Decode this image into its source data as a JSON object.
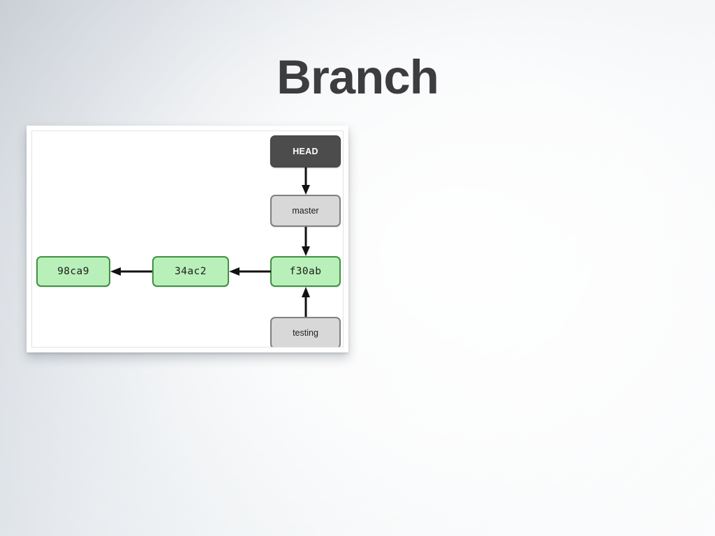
{
  "slide": {
    "title": "Branch",
    "background_start_color": "#c7cdd4",
    "background_end_color": "#fafbfc",
    "title_color": "#3d3d3f"
  },
  "diagram": {
    "card_background": "#ffffff",
    "surface_background": "#ffffff",
    "commit_fill": "#b9f0b9",
    "commit_border": "#3f9142",
    "ref_fill": "#d8d8d8",
    "ref_border": "#808080",
    "head_fill": "#4c4c4c",
    "head_text_color": "#ffffff",
    "arrow_color": "#121212",
    "nodes": [
      {
        "id": "head",
        "label": "HEAD",
        "kind": "head"
      },
      {
        "id": "master",
        "label": "master",
        "kind": "ref"
      },
      {
        "id": "commit3",
        "label": "f30ab",
        "kind": "commit"
      },
      {
        "id": "commit2",
        "label": "34ac2",
        "kind": "commit"
      },
      {
        "id": "commit1",
        "label": "98ca9",
        "kind": "commit"
      },
      {
        "id": "testing",
        "label": "testing",
        "kind": "ref"
      }
    ],
    "edges": [
      {
        "from": "head",
        "to": "master",
        "direction": "down"
      },
      {
        "from": "master",
        "to": "commit3",
        "direction": "down"
      },
      {
        "from": "commit3",
        "to": "commit2",
        "direction": "left"
      },
      {
        "from": "commit2",
        "to": "commit1",
        "direction": "left"
      },
      {
        "from": "testing",
        "to": "commit3",
        "direction": "up"
      }
    ]
  }
}
